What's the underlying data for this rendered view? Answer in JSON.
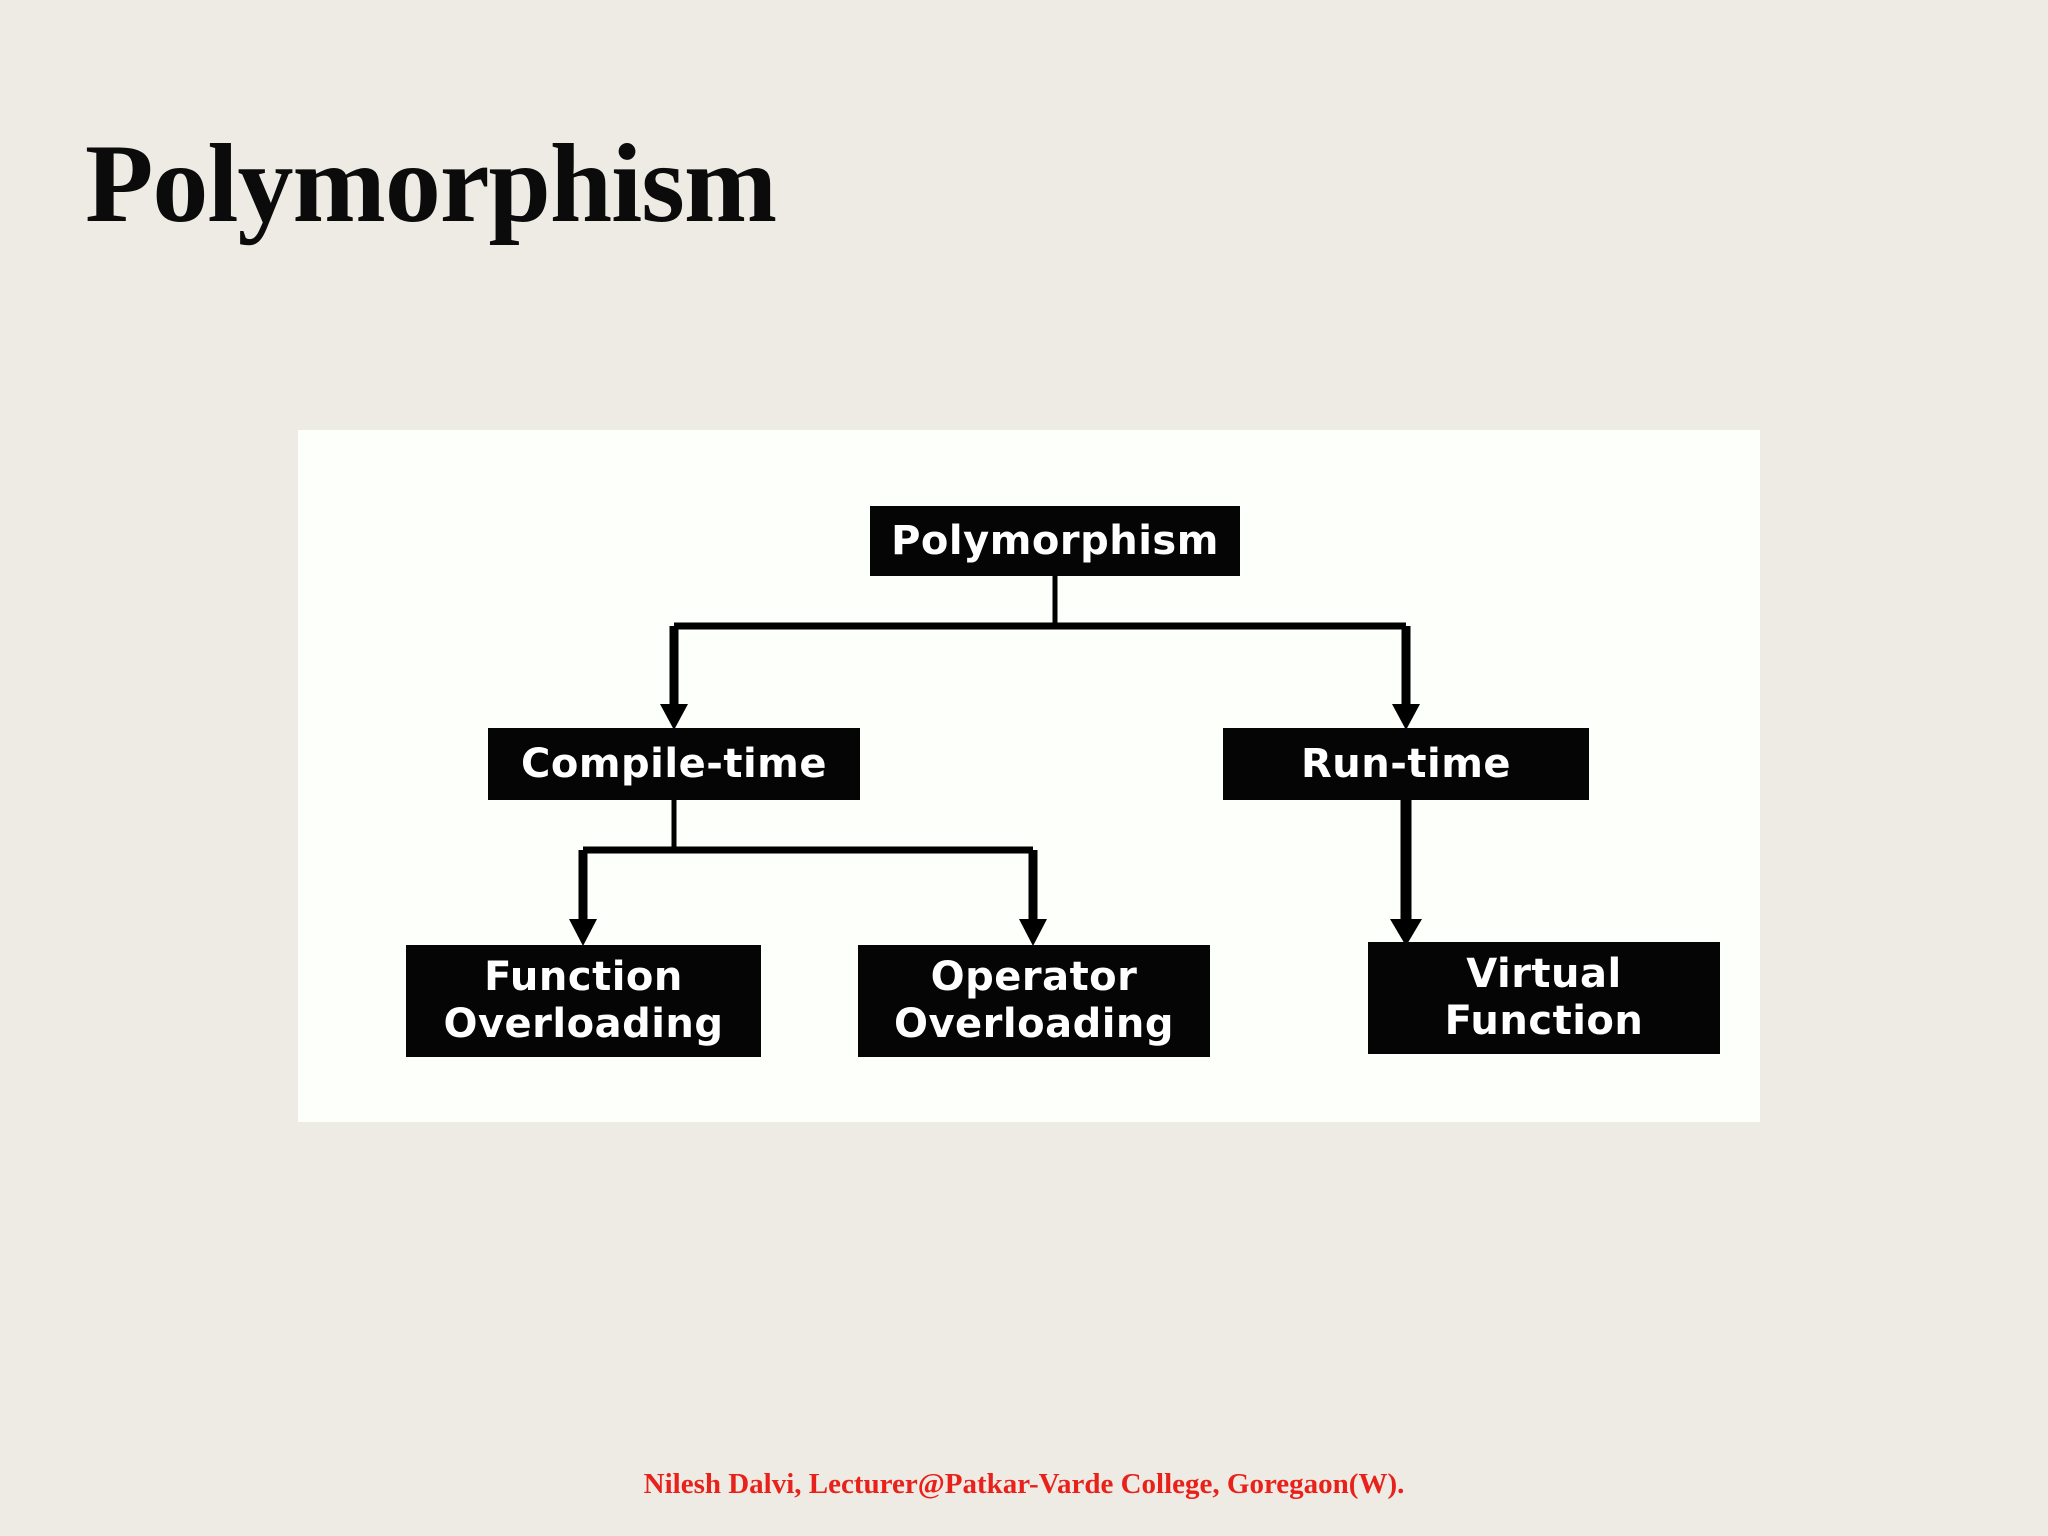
{
  "slide": {
    "title": "Polymorphism",
    "background_color": "#EEEBE4",
    "title_color": "#0B0B0B"
  },
  "diagram": {
    "panel_background": "#FDFFFB",
    "node_fill_color": "#050505",
    "node_text_color": "#FFFFFF",
    "connector_color": "#000000",
    "nodes": {
      "root": {
        "label": "Polymorphism"
      },
      "compile_time": {
        "label": "Compile-time"
      },
      "run_time": {
        "label": "Run-time"
      },
      "function_overloading": {
        "label": "Function\nOverloading"
      },
      "operator_overloading": {
        "label": "Operator\nOverloading"
      },
      "virtual_function": {
        "label": "Virtual\nFunction"
      }
    },
    "edges": [
      {
        "from": "root",
        "to": "compile_time"
      },
      {
        "from": "root",
        "to": "run_time"
      },
      {
        "from": "compile_time",
        "to": "function_overloading"
      },
      {
        "from": "compile_time",
        "to": "operator_overloading"
      },
      {
        "from": "run_time",
        "to": "virtual_function"
      }
    ]
  },
  "footer": {
    "credit": "Nilesh Dalvi, Lecturer@Patkar-Varde College, Goregaon(W).",
    "color": "#E8221B"
  }
}
